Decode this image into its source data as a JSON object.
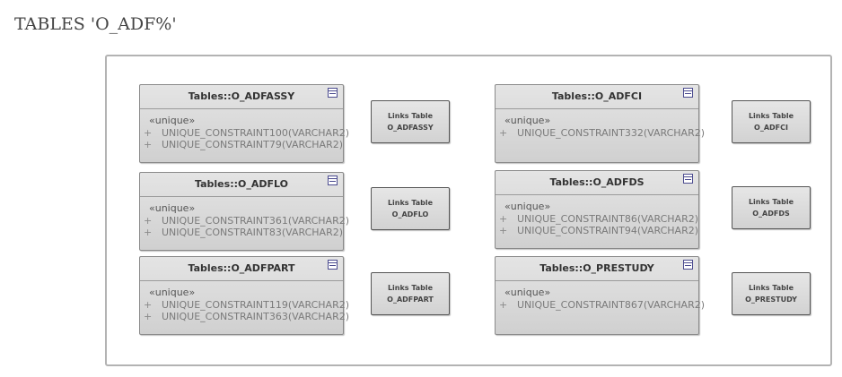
{
  "page_title": "TABLES 'O_ADF%'",
  "tables": [
    {
      "name": "Tables::O_ADFASSY",
      "stereotype": "«unique»",
      "constraints": [
        "UNIQUE_CONSTRAINT100(VARCHAR2)",
        "UNIQUE_CONSTRAINT79(VARCHAR2)"
      ],
      "link_line1": "Links Table",
      "link_line2": "O_ADFASSY"
    },
    {
      "name": "Tables::O_ADFLO",
      "stereotype": "«unique»",
      "constraints": [
        "UNIQUE_CONSTRAINT361(VARCHAR2)",
        "UNIQUE_CONSTRAINT83(VARCHAR2)"
      ],
      "link_line1": "Links Table",
      "link_line2": "O_ADFLO"
    },
    {
      "name": "Tables::O_ADFPART",
      "stereotype": "«unique»",
      "constraints": [
        "UNIQUE_CONSTRAINT119(VARCHAR2)",
        "UNIQUE_CONSTRAINT363(VARCHAR2)"
      ],
      "link_line1": "Links Table",
      "link_line2": "O_ADFPART"
    },
    {
      "name": "Tables::O_ADFCI",
      "stereotype": "«unique»",
      "constraints": [
        "UNIQUE_CONSTRAINT332(VARCHAR2)"
      ],
      "link_line1": "Links Table",
      "link_line2": "O_ADFCI"
    },
    {
      "name": "Tables::O_ADFDS",
      "stereotype": "«unique»",
      "constraints": [
        "UNIQUE_CONSTRAINT86(VARCHAR2)",
        "UNIQUE_CONSTRAINT94(VARCHAR2)"
      ],
      "link_line1": "Links Table",
      "link_line2": "O_ADFDS"
    },
    {
      "name": "Tables::O_PRESTUDY",
      "stereotype": "«unique»",
      "constraints": [
        "UNIQUE_CONSTRAINT867(VARCHAR2)"
      ],
      "link_line1": "Links Table",
      "link_line2": "O_PRESTUDY"
    }
  ],
  "icons": {
    "class_element": "class-element-icon"
  }
}
